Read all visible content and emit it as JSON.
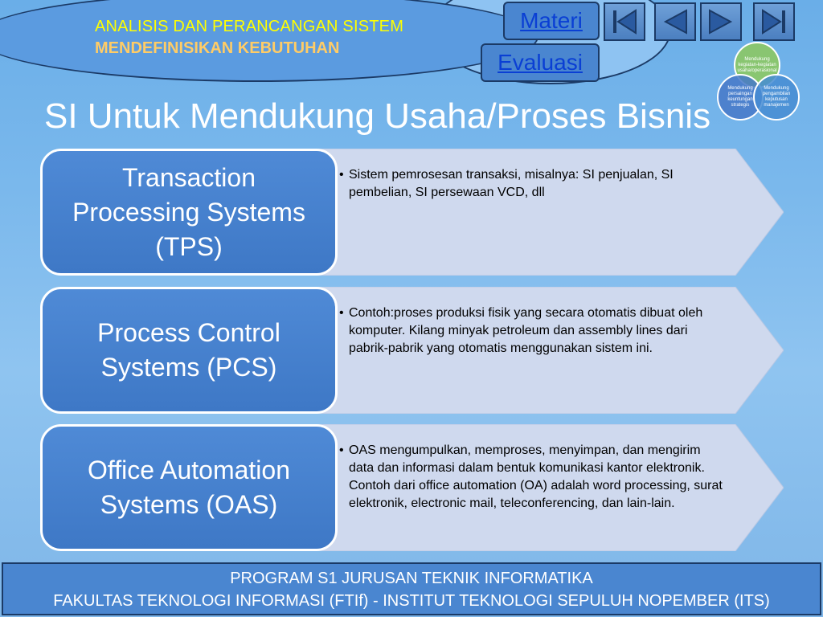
{
  "header": {
    "line1": "ANALISIS DAN PERANCANGAN SISTEM",
    "line2": "MENDEFINISIKAN KEBUTUHAN"
  },
  "nav": {
    "materi": "Materi",
    "evaluasi": "Evaluasi"
  },
  "controls": {
    "icons": [
      "first-slide-icon",
      "previous-slide-icon",
      "next-slide-icon",
      "last-slide-icon"
    ]
  },
  "venn": {
    "top": "Mendukung kegiatan-kegiatan usaha/operasional",
    "left": "Mendukung persaingan keuntungan strategis",
    "right": "Mendukung pengambilan keputusan manajemen"
  },
  "title": "SI Untuk Mendukung Usaha/Proses Bisnis",
  "rows": [
    {
      "label": "Transaction Processing Systems (TPS)",
      "text": "Sistem  pemrosesan transaksi, misalnya: SI penjualan, SI pembelian, SI persewaan VCD, dll"
    },
    {
      "label": "Process Control Systems (PCS)",
      "text": "Contoh:proses produksi fisik yang secara otomatis dibuat oleh komputer. Kilang minyak petroleum dan assembly lines dari pabrik-pabrik yang otomatis menggunakan sistem ini."
    },
    {
      "label": "Office Automation Systems (OAS)",
      "text": "OAS mengumpulkan, memproses, menyimpan, dan mengirim data dan informasi dalam bentuk komunikasi kantor elektronik. Contoh dari office automation (OA) adalah word processing, surat elektronik, electronic mail, teleconferencing, dan lain-lain."
    }
  ],
  "bullet": "•",
  "footer": {
    "line1": "PROGRAM S1 JURUSAN TEKNIK INFORMATIKA",
    "line2": "FAKULTAS TEKNOLOGI INFORMASI  (FTIf) - INSTITUT TEKNOLOGI SEPULUH NOPEMBER (ITS)"
  },
  "colors": {
    "accent": "#4a86d0",
    "header_line1": "#ffff00",
    "header_line2": "#ffcc66",
    "link": "#0a3fd4"
  }
}
